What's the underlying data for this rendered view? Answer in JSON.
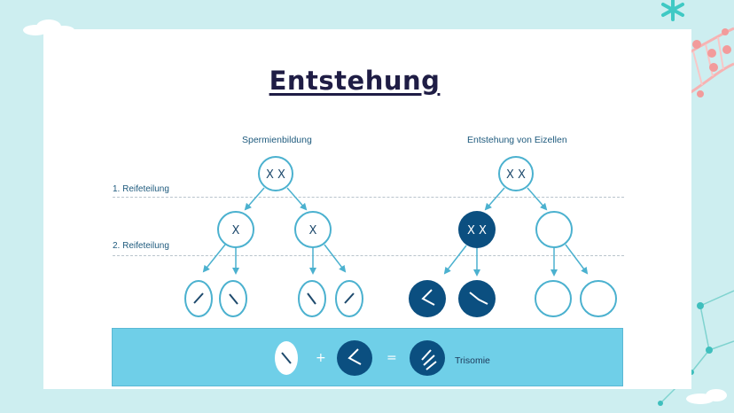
{
  "slide": {
    "title": "Entstehung"
  },
  "diagram": {
    "left_heading": "Spermienbildung",
    "right_heading": "Entstehung von Eizellen",
    "row1_label": "1. Reifeteilung",
    "row2_label": "2. Reifeteilung",
    "cell_x_two": "X X",
    "cell_x_one": "X",
    "equation": {
      "plus": "+",
      "equals": "=",
      "result_label": "Trisomie"
    }
  },
  "colors": {
    "background": "#cdeef0",
    "cell_outline": "#4bb1cf",
    "cell_dark": "#0b4f80",
    "bar": "#6fcfe8",
    "title": "#1f1d45",
    "dna_pink": "#f29b9b"
  }
}
